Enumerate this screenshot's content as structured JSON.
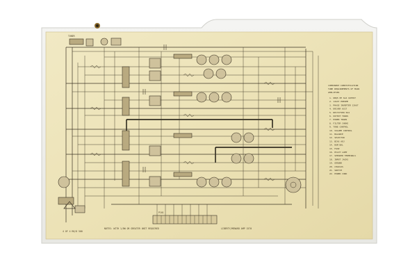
{
  "sheet": {
    "title_block": "LIBERTY/MENARD AMP 1570",
    "bottom_note": "NOTES: WITH 1/8W OR GREATER UNIT REQUIRED",
    "top_left_label": "TUNER",
    "bottom_ref": "4 OF 4   R8/8 500",
    "part_label": "P101"
  },
  "notes_panel": {
    "heading_1": "COMPONENT IDENTIFICATION",
    "heading_2": "TUBE REQUIREMENTS OF MAIN",
    "heading_3": "AMPLIFIER",
    "items": [
      "1. 6BQ5 PP 6L6 OUTPUT",
      "2. 12AX7 PREAMP",
      "3. PHASE INVERTER 12AU7",
      "4. DRIVER 6CG7",
      "5. RECTIFIER 5U4",
      "6. OUTPUT TRANS",
      "7. POWER TRANS",
      "8. FILTER CHOKE",
      "9. TONE CONTROL",
      "10. VOLUME CONTROL",
      "11. BALANCE",
      "12. SELECTOR",
      "13. BIAS ADJ",
      "14. HUM BAL",
      "15. FUSE",
      "16. PILOT LAMP",
      "17. SPEAKER TERMINALS",
      "18. INPUT JACKS",
      "19. GROUND",
      "20. CHASSIS",
      "21. SWITCH",
      "22. POWER CORD"
    ]
  },
  "icons": {
    "hanger": "hanger-hole-icon"
  }
}
